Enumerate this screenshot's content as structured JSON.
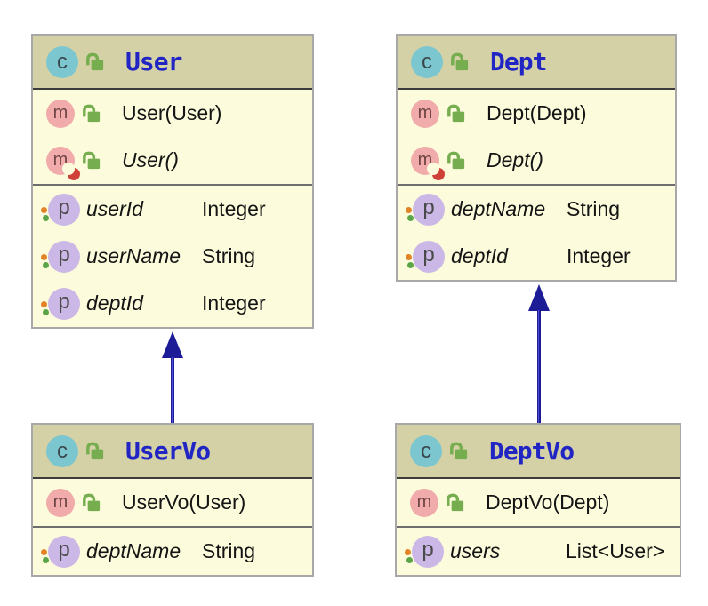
{
  "colors": {
    "header_bg": "#d5d1a6",
    "body_bg": "#fcfcdc",
    "box_border": "#a8a8a8",
    "header_sep": "#3c3c3c",
    "section_sep": "#6e6e6e",
    "title_blue": "#2125c4",
    "member_text": "#141414",
    "arrow_navy": "#1c1c96",
    "c_bg": "#7cc6d0",
    "c_fg": "#3a474c",
    "m_bg": "#f1abab",
    "m_fg": "#6d4444",
    "p_bg": "#cbb8e6",
    "p_fg": "#4a4a4a",
    "lock_green": "#75ad4f",
    "dot_orange": "#e28327",
    "dot_green": "#5ba548",
    "crescent_red": "#cf4039"
  },
  "icons": {
    "class_glyph": "c",
    "method_glyph": "m",
    "property_glyph": "p"
  },
  "classes": [
    {
      "name": "User",
      "methods": [
        {
          "label": "User(User)"
        },
        {
          "label": "User()"
        }
      ],
      "properties": [
        {
          "name": "userId",
          "type": "Integer"
        },
        {
          "name": "userName",
          "type": "String"
        },
        {
          "name": "deptId",
          "type": "Integer"
        }
      ]
    },
    {
      "name": "Dept",
      "methods": [
        {
          "label": "Dept(Dept)"
        },
        {
          "label": "Dept()"
        }
      ],
      "properties": [
        {
          "name": "deptName",
          "type": "String"
        },
        {
          "name": "deptId",
          "type": "Integer"
        }
      ]
    },
    {
      "name": "UserVo",
      "methods": [
        {
          "label": "UserVo(User)"
        }
      ],
      "properties": [
        {
          "name": "deptName",
          "type": "String"
        }
      ]
    },
    {
      "name": "DeptVo",
      "methods": [
        {
          "label": "DeptVo(Dept)"
        }
      ],
      "properties": [
        {
          "name": "users",
          "type": "List<User>"
        }
      ]
    }
  ],
  "relations": [
    {
      "from": "UserVo",
      "to": "User"
    },
    {
      "from": "DeptVo",
      "to": "Dept"
    }
  ]
}
